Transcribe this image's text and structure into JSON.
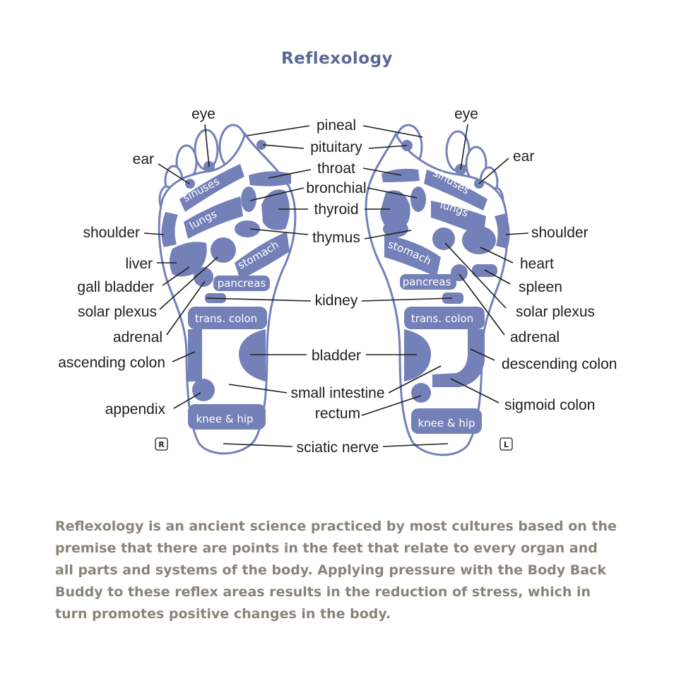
{
  "title": "Reflexology",
  "description": "Reflexology is an ancient science practiced by most cultures based on the premise that there are points in the feet that relate to every organ and all parts and systems of the body. Applying pressure with the Body Back Buddy to these reflex areas results in the reduction of stress, which in turn promotes positive changes in the body.",
  "colors": {
    "title": "#5a6896",
    "zone": "#7480b8",
    "body_text": "#8a8378"
  },
  "foot_badges": {
    "right": "R",
    "left": "L"
  },
  "inner_labels": {
    "sinuses": "sinuses",
    "lungs": "lungs",
    "stomach": "stomach",
    "pancreas": "pancreas",
    "trans_colon": "trans. colon",
    "knee_hip": "knee & hip"
  },
  "center_labels": {
    "pineal": "pineal",
    "pituitary": "pituitary",
    "throat": "throat",
    "bronchial": "bronchial",
    "thyroid": "thyroid",
    "thymus": "thymus",
    "kidney": "kidney",
    "bladder": "bladder",
    "small_intestine": "small intestine",
    "rectum": "rectum",
    "sciatic_nerve": "sciatic nerve"
  },
  "right_foot_labels": {
    "eye": "eye",
    "ear": "ear",
    "shoulder": "shoulder",
    "liver": "liver",
    "gall_bladder": "gall bladder",
    "solar_plexus": "solar plexus",
    "adrenal": "adrenal",
    "ascending_colon": "ascending colon",
    "appendix": "appendix"
  },
  "left_foot_labels": {
    "eye": "eye",
    "ear": "ear",
    "shoulder": "shoulder",
    "heart": "heart",
    "spleen": "spleen",
    "solar_plexus": "solar plexus",
    "adrenal": "adrenal",
    "descending_colon": "descending colon",
    "sigmoid_colon": "sigmoid colon"
  }
}
